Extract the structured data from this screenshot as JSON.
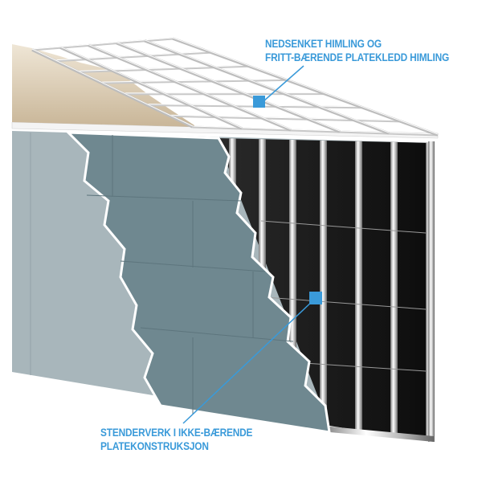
{
  "colors": {
    "accent": "#3a9ad9",
    "plate": "#6f8890",
    "wall": "#a8b6bb",
    "studs_bg": "#161616"
  },
  "labels": {
    "ceiling": {
      "line1": "NEDSENKET HIMLING OG",
      "line2": "FRITT-BÆRENDE PLATEKLEDD HIMLING"
    },
    "wall": {
      "line1": "STENDERVERK I IKKE-BÆRENDE",
      "line2": "PLATEKONSTRUKSJON"
    }
  }
}
